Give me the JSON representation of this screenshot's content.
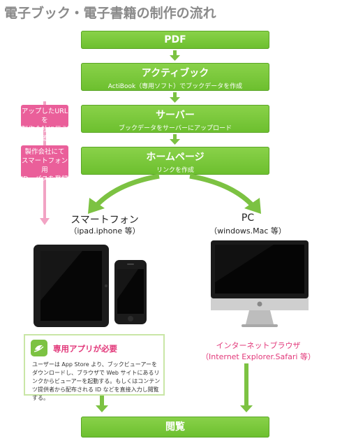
{
  "title": "電子ブック・電子書籍の制作の流れ",
  "steps": [
    {
      "label": "PDF",
      "sub": ""
    },
    {
      "label": "アクティブック",
      "sub": "ActiBook（専用ソフト）でブックデータを作成"
    },
    {
      "label": "サーバー",
      "sub": "ブックデータをサーバーにアップロード"
    },
    {
      "label": "ホームページ",
      "sub": "リンクを作成"
    }
  ],
  "side_notes": [
    "アップしたURLを製作会社に伝える",
    "製作会社にてスマートフォン用ID・パスを登録"
  ],
  "side_notes_lines": [
    [
      "アップしたURLを",
      "製作会社に伝える"
    ],
    [
      "製作会社にて",
      "スマートフォン用",
      "ID・パスを登録"
    ]
  ],
  "smartphone": {
    "title": "スマートフォン",
    "subtitle": "（ipad.iphone 等）"
  },
  "pc": {
    "title": "PC",
    "subtitle": "（windows.Mac 等）"
  },
  "app": {
    "title": "専用アプリが必要",
    "text": "ユーザーは App Store より、ブックビューアーをダウンロードし、ブラウザで Web サイトにあるリンクからビューアーを起動する。もしくはコンテンツ提供者から配布される ID などを直接入力し閲覧する。"
  },
  "browser": {
    "line1": "インターネットブラウザ",
    "line2": "（Internet Explorer.Safari 等）"
  },
  "final": {
    "label": "閲覧"
  },
  "colors": {
    "green": "#76c442",
    "pink": "#ea5f9a",
    "pink_text": "#e2387a",
    "title_gray": "#8a8a8a"
  }
}
